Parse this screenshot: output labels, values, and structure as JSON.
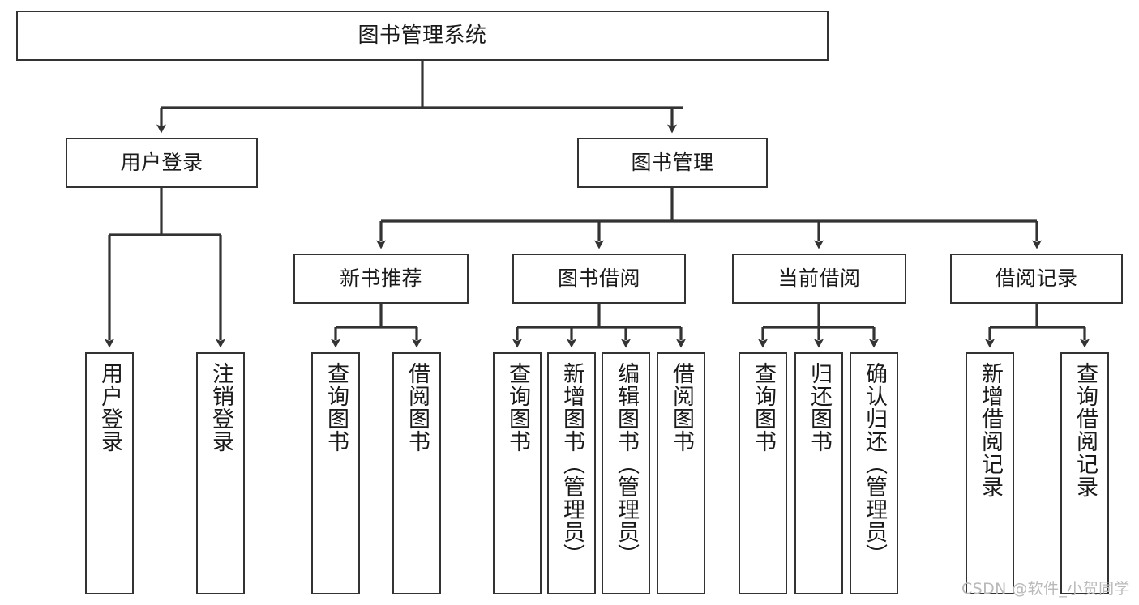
{
  "diagram": {
    "title": "图书管理系统",
    "type": "功能结构图",
    "root": {
      "id": "root",
      "label": "图书管理系统"
    },
    "level2": [
      {
        "id": "user-login",
        "label": "用户登录"
      },
      {
        "id": "book-manage",
        "label": "图书管理"
      }
    ],
    "level3": [
      {
        "id": "new-book-recommend",
        "label": "新书推荐",
        "parent": "book-manage"
      },
      {
        "id": "book-borrow",
        "label": "图书借阅",
        "parent": "book-manage"
      },
      {
        "id": "current-borrow",
        "label": "当前借阅",
        "parent": "book-manage"
      },
      {
        "id": "borrow-record",
        "label": "借阅记录",
        "parent": "book-manage"
      }
    ],
    "leaves": [
      {
        "id": "leaf-user-login",
        "label": "用户登录",
        "parent": "user-login"
      },
      {
        "id": "leaf-user-logout",
        "label": "注销登录",
        "parent": "user-login"
      },
      {
        "id": "leaf-query-book-1",
        "label": "查询图书",
        "parent": "new-book-recommend"
      },
      {
        "id": "leaf-borrow-book-1",
        "label": "借阅图书",
        "parent": "new-book-recommend"
      },
      {
        "id": "leaf-query-book-2",
        "label": "查询图书",
        "parent": "book-borrow"
      },
      {
        "id": "leaf-add-book",
        "label": "新增图书（管理员）",
        "parent": "book-borrow"
      },
      {
        "id": "leaf-edit-book",
        "label": "编辑图书（管理员）",
        "parent": "book-borrow"
      },
      {
        "id": "leaf-borrow-book-2",
        "label": "借阅图书",
        "parent": "book-borrow"
      },
      {
        "id": "leaf-query-book-3",
        "label": "查询图书",
        "parent": "current-borrow"
      },
      {
        "id": "leaf-return-book",
        "label": "归还图书",
        "parent": "current-borrow"
      },
      {
        "id": "leaf-confirm-return",
        "label": "确认归还（管理员）",
        "parent": "current-borrow"
      },
      {
        "id": "leaf-add-record",
        "label": "新增借阅记录",
        "parent": "borrow-record"
      },
      {
        "id": "leaf-query-record",
        "label": "查询借阅记录",
        "parent": "borrow-record"
      }
    ]
  },
  "watermark": {
    "text": "CSDN @软件_小贺同学"
  },
  "colors": {
    "box_border": "#333333",
    "box_fill": "#ffffff",
    "connector": "#333333",
    "text": "#1a1a1a",
    "watermark": "#b9b9b9",
    "background": "#ffffff"
  }
}
